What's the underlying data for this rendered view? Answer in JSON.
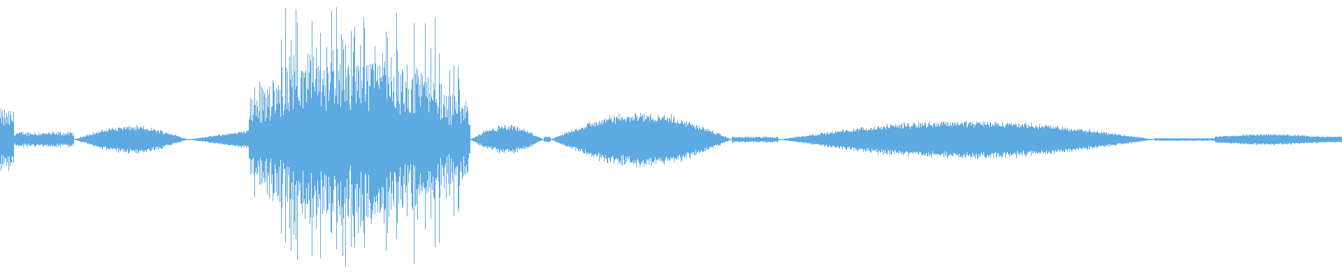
{
  "waveform": {
    "color": "#5DA9E1",
    "background": "#FFFFFF",
    "max_amplitude": 1.0,
    "segments": [
      {
        "start": 0.0,
        "end": 0.01,
        "amp": 0.18,
        "noise": 0.9
      },
      {
        "start": 0.01,
        "end": 0.055,
        "amp": 0.05,
        "noise": 0.6
      },
      {
        "start": 0.055,
        "end": 0.14,
        "amp": 0.1,
        "noise": 0.25,
        "shape": "bulge"
      },
      {
        "start": 0.14,
        "end": 0.185,
        "amp": 0.07,
        "noise": 0.25,
        "shape": "rise"
      },
      {
        "start": 0.185,
        "end": 0.35,
        "amp": 0.55,
        "noise": 1.0,
        "shape": "burst"
      },
      {
        "start": 0.35,
        "end": 0.405,
        "amp": 0.1,
        "noise": 0.4,
        "shape": "bulge"
      },
      {
        "start": 0.405,
        "end": 0.41,
        "amp": 0.02,
        "noise": 0.2
      },
      {
        "start": 0.41,
        "end": 0.545,
        "amp": 0.2,
        "noise": 0.25,
        "shape": "bulge"
      },
      {
        "start": 0.545,
        "end": 0.58,
        "amp": 0.02,
        "noise": 0.6
      },
      {
        "start": 0.58,
        "end": 0.86,
        "amp": 0.14,
        "noise": 0.2,
        "shape": "bulge"
      },
      {
        "start": 0.86,
        "end": 0.905,
        "amp": 0.01,
        "noise": 0.2
      },
      {
        "start": 0.905,
        "end": 1.0,
        "amp": 0.04,
        "noise": 0.2,
        "shape": "plateau"
      }
    ]
  }
}
